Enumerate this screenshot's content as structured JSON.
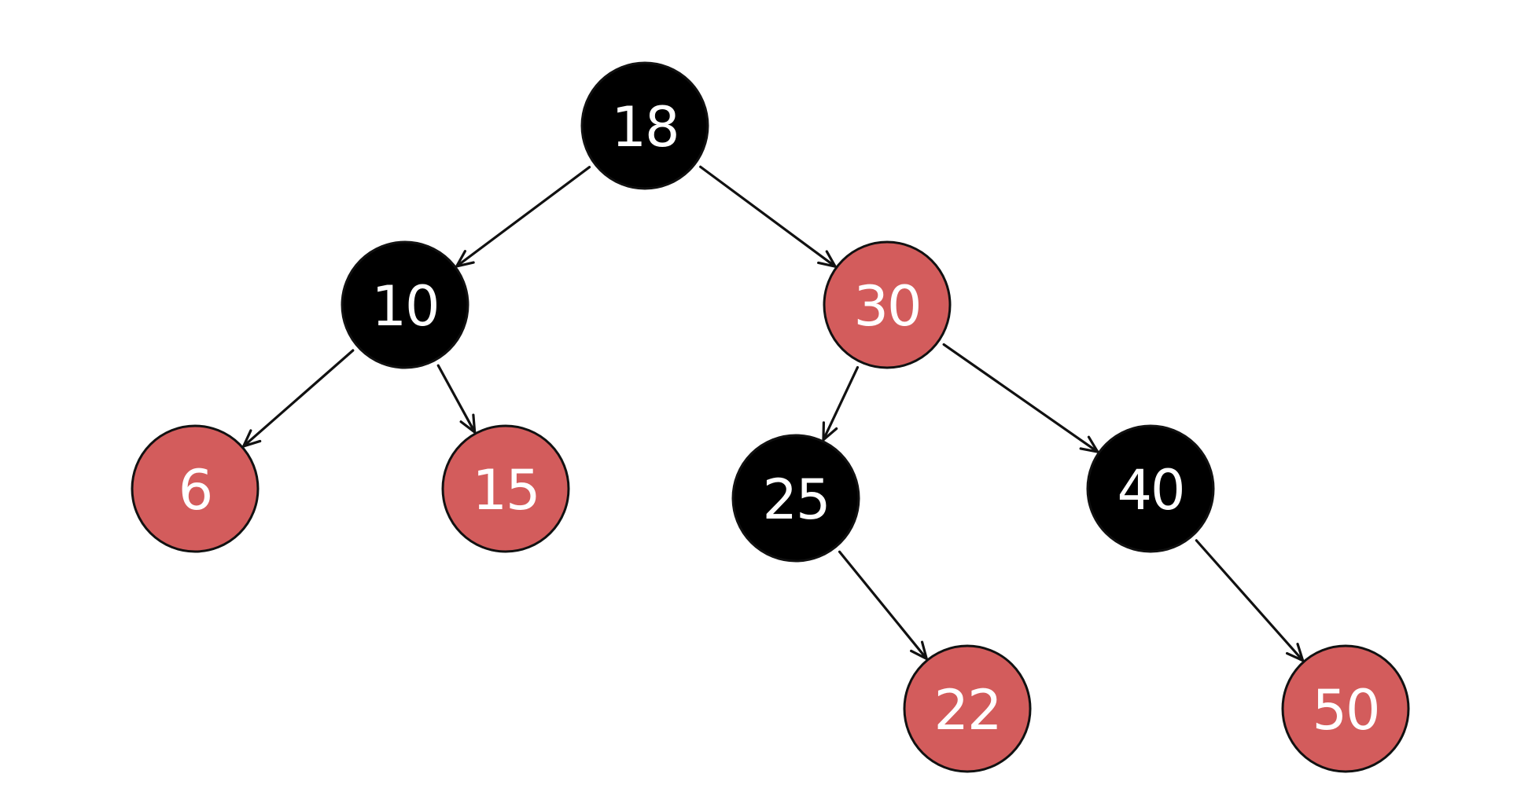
{
  "colors": {
    "black_node": "#000000",
    "red_node": "#d35c5c",
    "label": "#ffffff",
    "edge": "#111111"
  },
  "nodes": [
    {
      "id": "n18",
      "label": "18",
      "color": "black"
    },
    {
      "id": "n10",
      "label": "10",
      "color": "black"
    },
    {
      "id": "n30",
      "label": "30",
      "color": "red"
    },
    {
      "id": "n6",
      "label": "6",
      "color": "red"
    },
    {
      "id": "n15",
      "label": "15",
      "color": "red"
    },
    {
      "id": "n25",
      "label": "25",
      "color": "black"
    },
    {
      "id": "n40",
      "label": "40",
      "color": "black"
    },
    {
      "id": "n22",
      "label": "22",
      "color": "red"
    },
    {
      "id": "n50",
      "label": "50",
      "color": "red"
    }
  ],
  "edges": [
    {
      "from": "18",
      "to": "10"
    },
    {
      "from": "18",
      "to": "30"
    },
    {
      "from": "10",
      "to": "6"
    },
    {
      "from": "10",
      "to": "15"
    },
    {
      "from": "30",
      "to": "25"
    },
    {
      "from": "30",
      "to": "40"
    },
    {
      "from": "25",
      "to": "22"
    },
    {
      "from": "40",
      "to": "50"
    }
  ]
}
